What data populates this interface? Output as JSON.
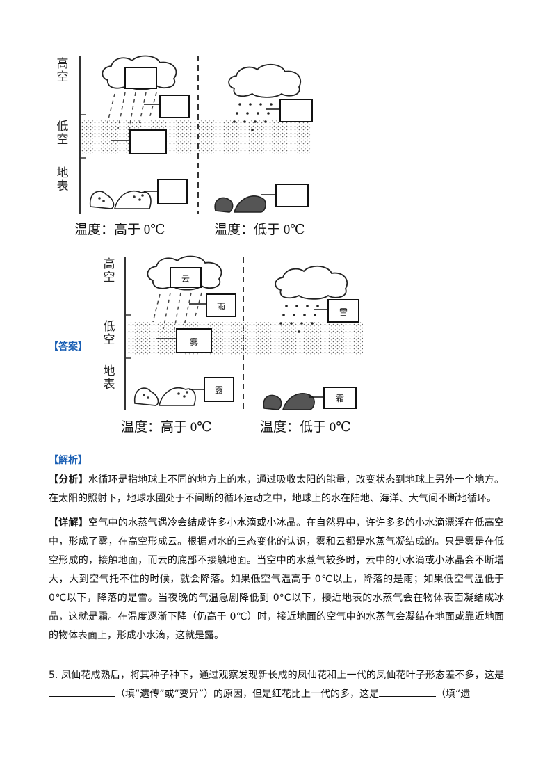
{
  "figure_question": {
    "side_labels": {
      "high": "高空",
      "low": "低空",
      "ground": "地表"
    },
    "temps": {
      "warm": "温度：高于 0℃",
      "cold": "温度：低于 0℃"
    }
  },
  "figure_answer": {
    "side_labels": {
      "high": "高空",
      "low": "低空",
      "ground": "地表"
    },
    "boxes": {
      "cloud": "云",
      "rain": "雨",
      "fog": "雾",
      "dew": "露",
      "snow": "雪",
      "frost": "霜"
    },
    "temps": {
      "warm": "温度：高于 0℃",
      "cold": "温度：低于 0℃"
    }
  },
  "answer_tag": "【答案】",
  "analysis_tag": "【解析】",
  "analysis": {
    "fenxi_tag": "【分析】",
    "fenxi_text": "水循环是指地球上不同的地方上的水，通过吸收太阳的能量，改变状态到地球上另外一个地方。在太阳的照射下，地球水圈处于不间断的循环运动之中，地球上的水在陆地、海洋、大气间不断地循环。",
    "xiangjie_tag": "【详解】",
    "xiangjie_text": "空气中的水蒸气遇冷会结成许多小水滴或小冰晶。在自然界中，许许多多的小水滴漂浮在低高空中，形成了雾，在高空形成云。根据对水的三态变化的认识，雾和云都是水蒸气凝结成的。只是雾是在低空形成的，接触地面，而云的底部不接触地面。当空中的水蒸气较多时，云中的小水滴或小冰晶会不断增大，大到空气托不住的时候，就会降落。如果低空气温高于 0℃以上，降落的是雨；如果低空气温低于 0℃以下，降落的是雪。当夜晚的气温急剧降低到 0°C以下，接近地表的水蒸气会在物体表面凝结成冰晶，这就是霜。在温度逐渐下降（仍高于 0℃）时，接近地面的空气中的水蒸气会凝结在地面或靠近地面的物体表面上，形成小水滴，这就是露。"
  },
  "question5": {
    "number": "5.",
    "text_a": "凤仙花成熟后，将其种子种下，通过观察发现新长成的凤仙花和上一代的凤仙花叶子形态差不多，这是",
    "text_b": "（填“遗传”或“变异”）的原因，但是红花比上一代的多，这是",
    "text_c": "（填“遗"
  }
}
